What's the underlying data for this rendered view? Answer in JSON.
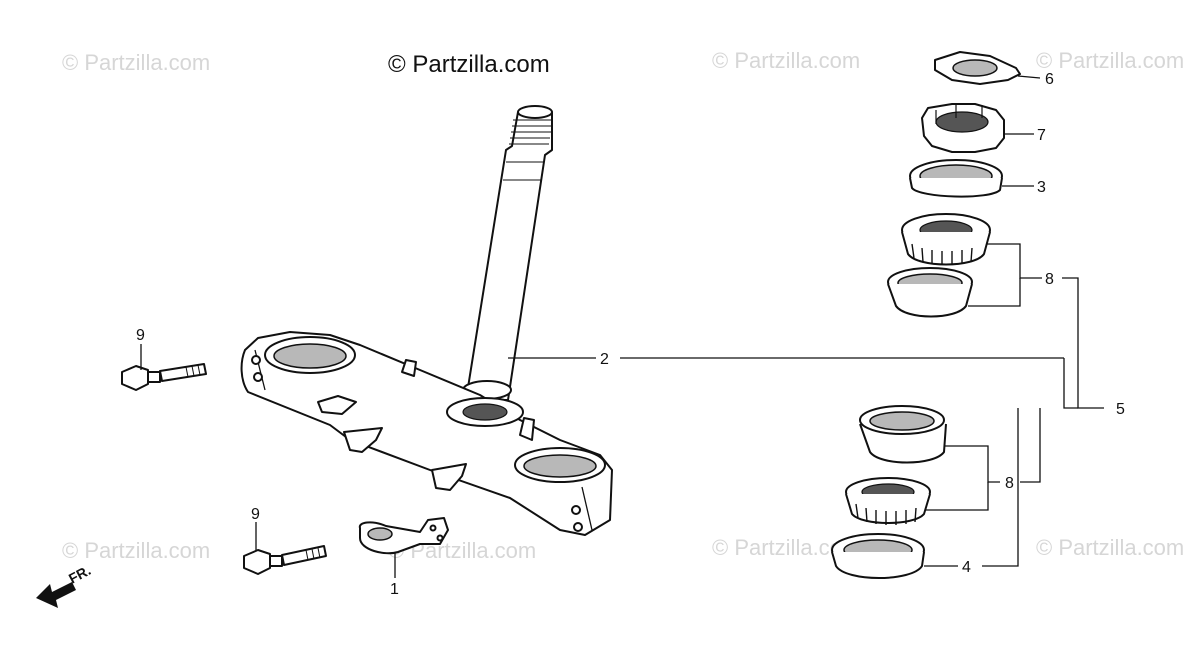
{
  "diagram": {
    "credit": "© Partzilla.com",
    "watermark": "© Partzilla.com",
    "direction_label": "FR.",
    "callouts": {
      "c1": "1",
      "c2": "2",
      "c3": "3",
      "c4": "4",
      "c5": "5",
      "c6": "6",
      "c7": "7",
      "c8a": "8",
      "c8b": "8",
      "c9a": "9",
      "c9b": "9"
    }
  }
}
